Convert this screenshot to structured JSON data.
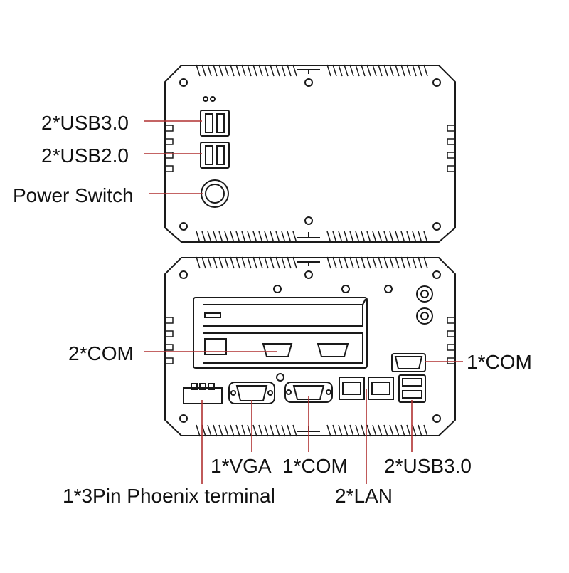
{
  "colors": {
    "line": "#1a1a1a",
    "leader": "#b03030",
    "background": "#ffffff"
  },
  "front_panel": {
    "labels": {
      "usb3": "2*USB3.0",
      "usb2": "2*USB2.0",
      "power": "Power Switch"
    }
  },
  "rear_panel": {
    "labels": {
      "com_expansion": "2*COM",
      "com_right": "1*COM",
      "vga": "1*VGA",
      "com_bottom": "1*COM",
      "usb3": "2*USB3.0",
      "phoenix": "1*3Pin Phoenix terminal",
      "lan": "2*LAN"
    }
  }
}
